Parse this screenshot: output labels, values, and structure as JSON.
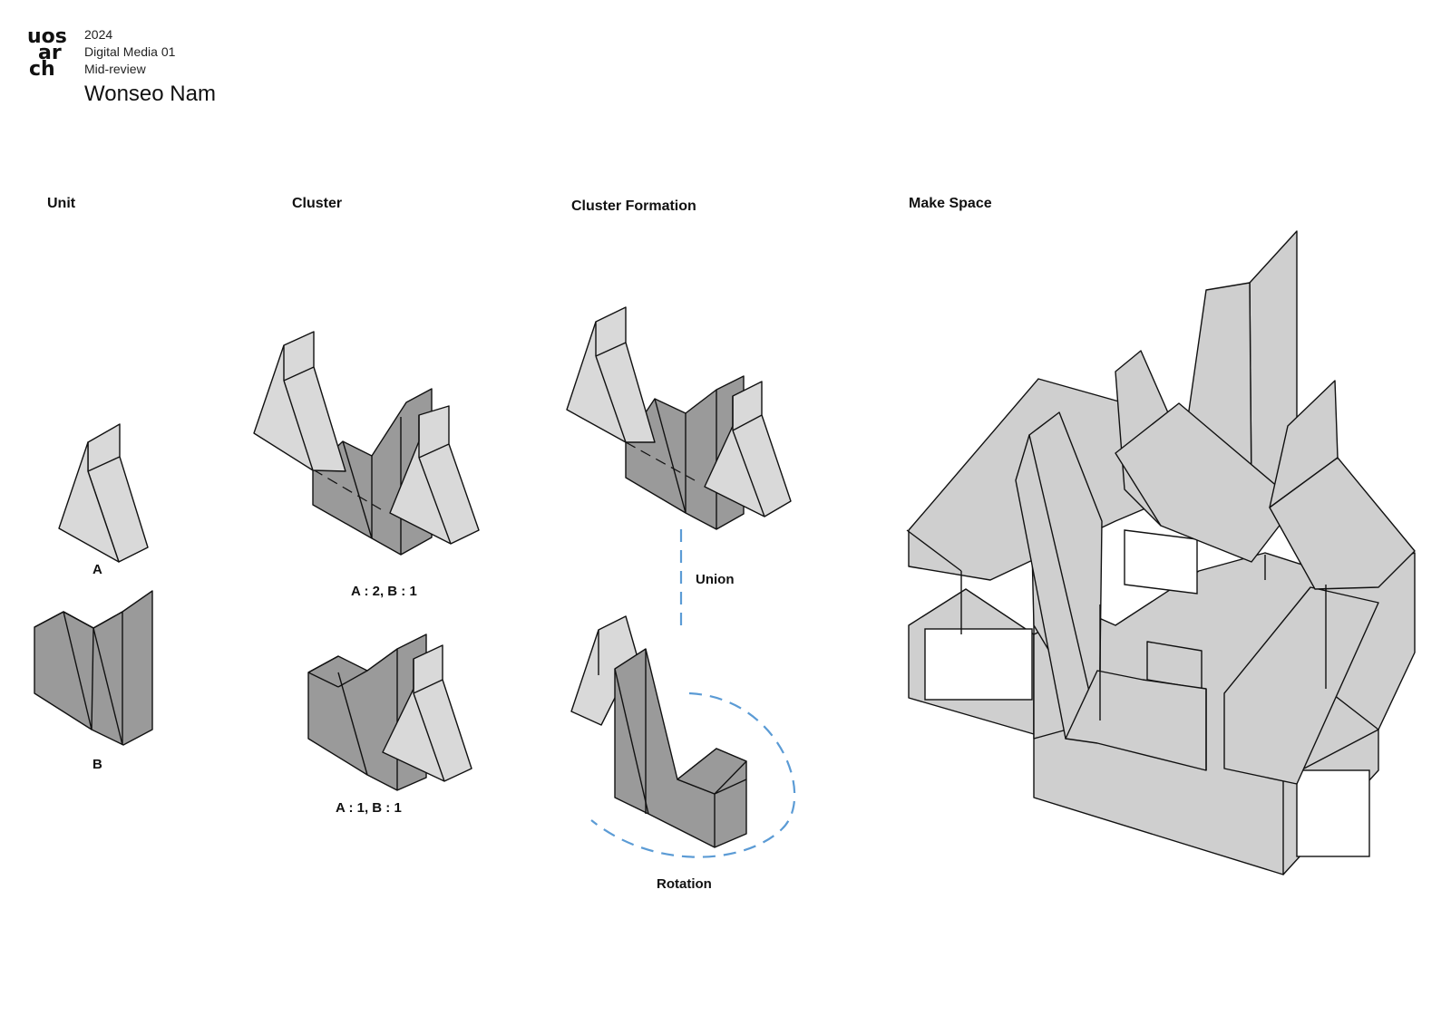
{
  "header": {
    "logo_lines": [
      "uos",
      "ar",
      "ch"
    ],
    "year": "2024",
    "course": "Digital Media 01",
    "stage": "Mid-review",
    "author": "Wonseo Nam"
  },
  "sections": {
    "unit": "Unit",
    "cluster": "Cluster",
    "cluster_formation": "Cluster Formation",
    "make_space": "Make Space"
  },
  "labels": {
    "unit_a": "A",
    "unit_b": "B",
    "cluster_1": "A : 2, B : 1",
    "cluster_2": "A : 1, B : 1",
    "union": "Union",
    "rotation": "Rotation"
  }
}
